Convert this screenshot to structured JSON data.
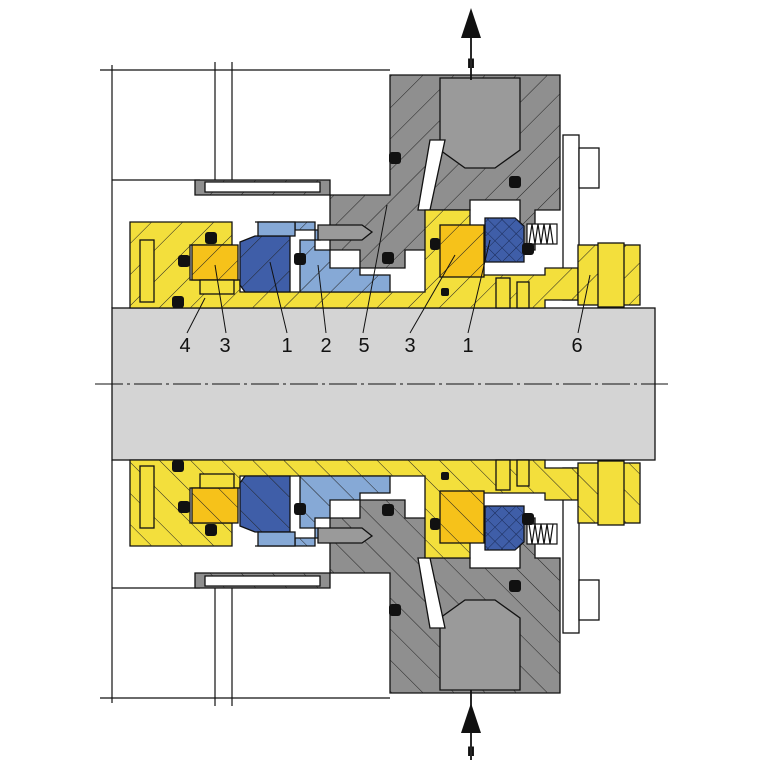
{
  "title": "Double mechanical seal cross-section",
  "labels": [
    "4",
    "3",
    "1",
    "2",
    "5",
    "3",
    "1",
    "6"
  ],
  "flow_marks": {
    "outlet": "II",
    "inlet": "II"
  },
  "colors": {
    "sleeve_yellow": "#f3df3c",
    "seal_ring_orange": "#f6c21a",
    "mating_ring_dark_blue": "#3f5ea8",
    "holder_light_blue": "#86a9d6",
    "housing_gray": "#8f8f8f",
    "shaft_gray": "#d4d4d4",
    "oring_black": "#111111"
  }
}
